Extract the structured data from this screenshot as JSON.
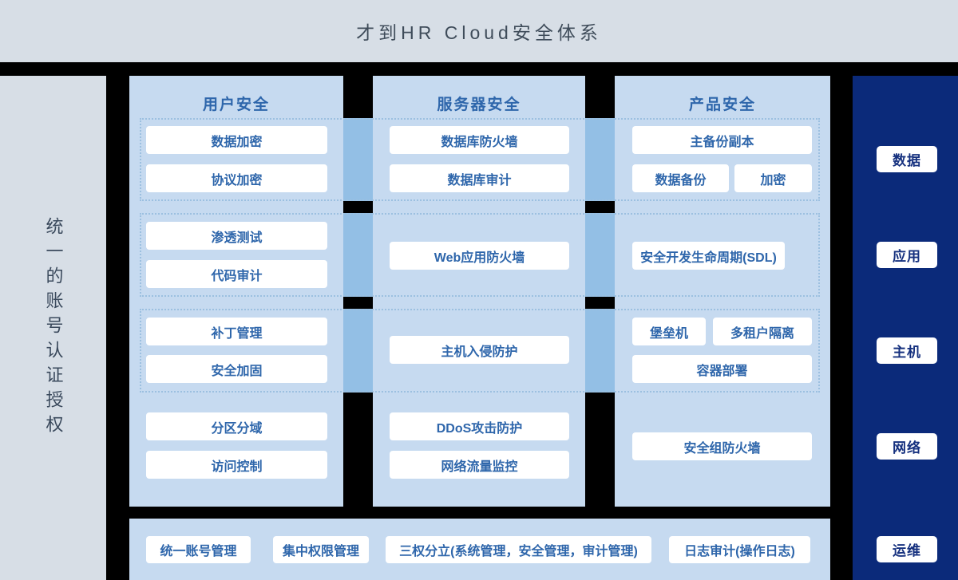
{
  "title": "才到HR Cloud安全体系",
  "left_sidebar": {
    "label": "统一的账号认证授权"
  },
  "columns": [
    {
      "header": "用户安全",
      "items": [
        "数据加密",
        "协议加密",
        "渗透测试",
        "代码审计",
        "补丁管理",
        "安全加固",
        "分区分域",
        "访问控制"
      ]
    },
    {
      "header": "服务器安全",
      "items": [
        "数据库防火墙",
        "数据库审计",
        "Web应用防火墙",
        "主机入侵防护",
        "DDoS攻击防护",
        "网络流量监控"
      ]
    },
    {
      "header": "产品安全",
      "items": [
        "主备份副本",
        "数据备份",
        "加密",
        "安全开发生命周期(SDL)",
        "堡垒机",
        "多租户隔离",
        "容器部署",
        "安全组防火墙"
      ]
    }
  ],
  "right_sidebar": {
    "items": [
      "数据",
      "应用",
      "主机",
      "网络",
      "运维"
    ]
  },
  "bottom_bar": {
    "items": [
      "统一账号管理",
      "集中权限管理",
      "三权分立(系统管理，安全管理，审计管理)",
      "日志审计(操作日志)"
    ]
  },
  "colors": {
    "background": "#000000",
    "header_gray": "#d7dee6",
    "panel_blue": "#c6daf0",
    "bridge_blue": "#93bfe5",
    "navy": "#0b2a7a",
    "accent_text_blue": "#2e66ab",
    "dotted_border": "#9cc0e0",
    "title_text": "#3f4c5a"
  }
}
